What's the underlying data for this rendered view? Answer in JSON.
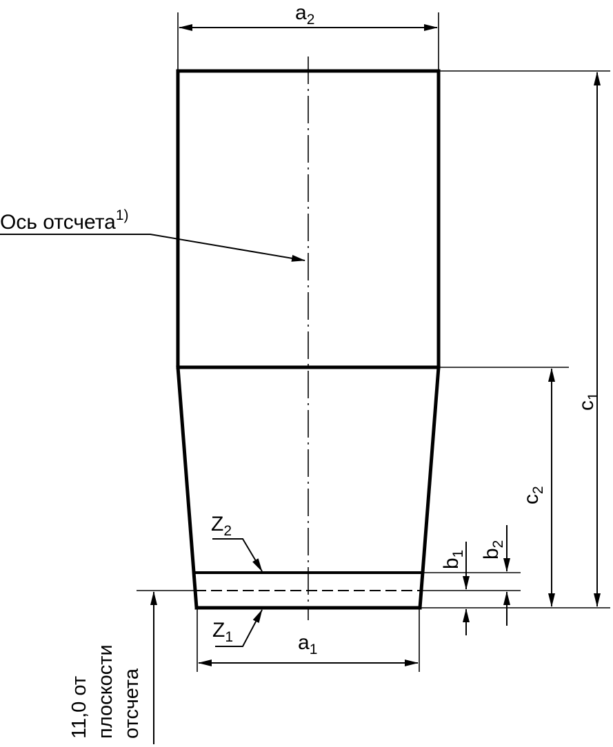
{
  "drawing": {
    "labels": {
      "a2_main": "a",
      "a2_sub": "2",
      "a1_main": "a",
      "a1_sub": "1",
      "c1_main": "c",
      "c1_sub": "1",
      "c2_main": "c",
      "c2_sub": "2",
      "b1_main": "b",
      "b1_sub": "1",
      "b2_main": "b",
      "b2_sub": "2",
      "z1_main": "Z",
      "z1_sub": "1",
      "z2_main": "Z",
      "z2_sub": "2",
      "axis_text": "Ось отсчета",
      "axis_footnote": "1)",
      "ref_line1": "11,0 от",
      "ref_line2": "плоскости",
      "ref_line3": "отсчета"
    },
    "colors": {
      "ink": "#000000",
      "paper": "#ffffff"
    }
  }
}
